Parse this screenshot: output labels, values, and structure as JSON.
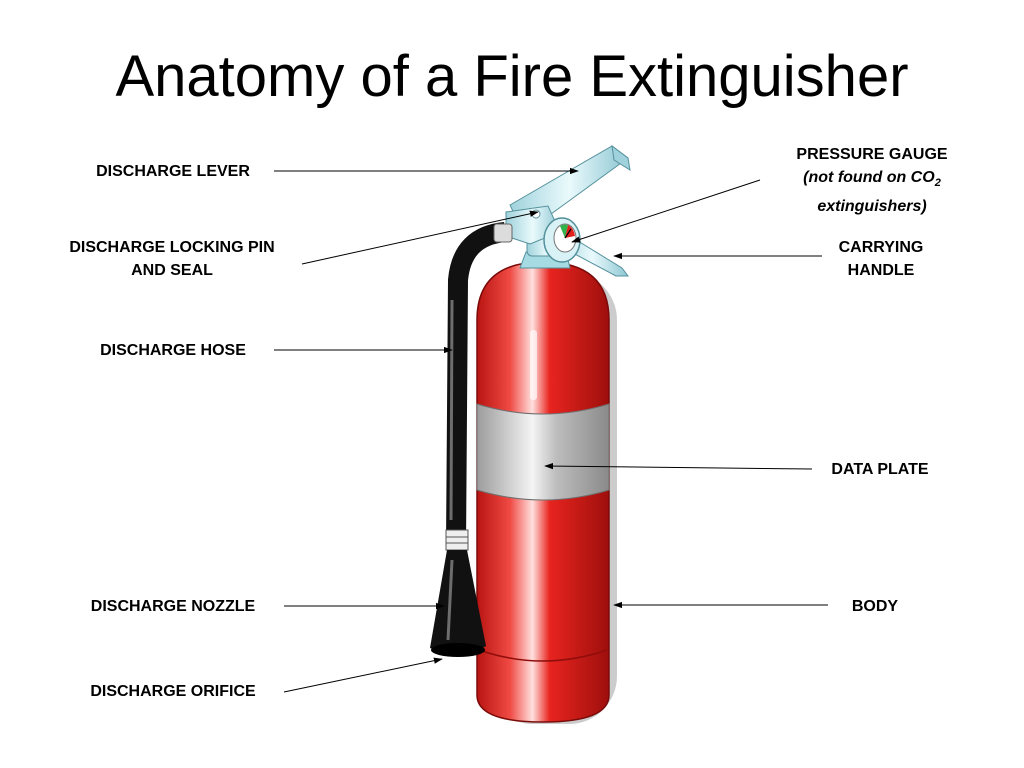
{
  "title": "Anatomy of a Fire Extinguisher",
  "labels": {
    "discharge_lever": "DISCHARGE LEVER",
    "locking_pin_line1": "DISCHARGE LOCKING PIN",
    "locking_pin_line2": "AND SEAL",
    "discharge_hose": "DISCHARGE HOSE",
    "discharge_nozzle": "DISCHARGE NOZZLE",
    "discharge_orifice": "DISCHARGE ORIFICE",
    "pressure_gauge_line1": "PRESSURE GAUGE",
    "pressure_gauge_line2": "(not found on CO",
    "pressure_gauge_sub": "2",
    "pressure_gauge_line3": "extinguishers)",
    "carrying_handle_line1": "CARRYING",
    "carrying_handle_line2": "HANDLE",
    "data_plate": "DATA PLATE",
    "body": "BODY"
  },
  "colors": {
    "body_red": "#e0201c",
    "body_dark": "#8f0d0b",
    "plate_gray": "#b9b9b9",
    "valve_light_blue": "#c9ecf2",
    "hose_black": "#111111",
    "gauge_green": "#2fb34a",
    "gauge_red": "#e0201c"
  }
}
